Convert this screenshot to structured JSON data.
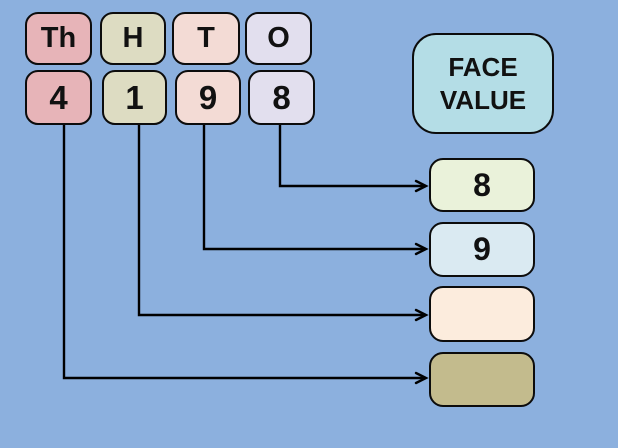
{
  "diagram": {
    "background": "#8cb0de",
    "line_color": "#000000",
    "place_value_columns": [
      {
        "place": "thousands",
        "header": "Th",
        "digit": "4",
        "fill": "#e7b4b8"
      },
      {
        "place": "hundreds",
        "header": "H",
        "digit": "1",
        "fill": "#dddcc2"
      },
      {
        "place": "tens",
        "header": "T",
        "digit": "9",
        "fill": "#f3dbd5"
      },
      {
        "place": "ones",
        "header": "O",
        "digit": "8",
        "fill": "#e2dfee"
      }
    ],
    "face_value_box": {
      "line1": "FACE",
      "line2": "VALUE",
      "fill": "#b4dde6"
    },
    "answer_boxes": [
      {
        "value": "8",
        "fill": "#eaf2da"
      },
      {
        "value": "9",
        "fill": "#daeaf2"
      },
      {
        "value": "",
        "fill": "#fcecdd"
      },
      {
        "value": "",
        "fill": "#c3bb8d"
      }
    ]
  }
}
